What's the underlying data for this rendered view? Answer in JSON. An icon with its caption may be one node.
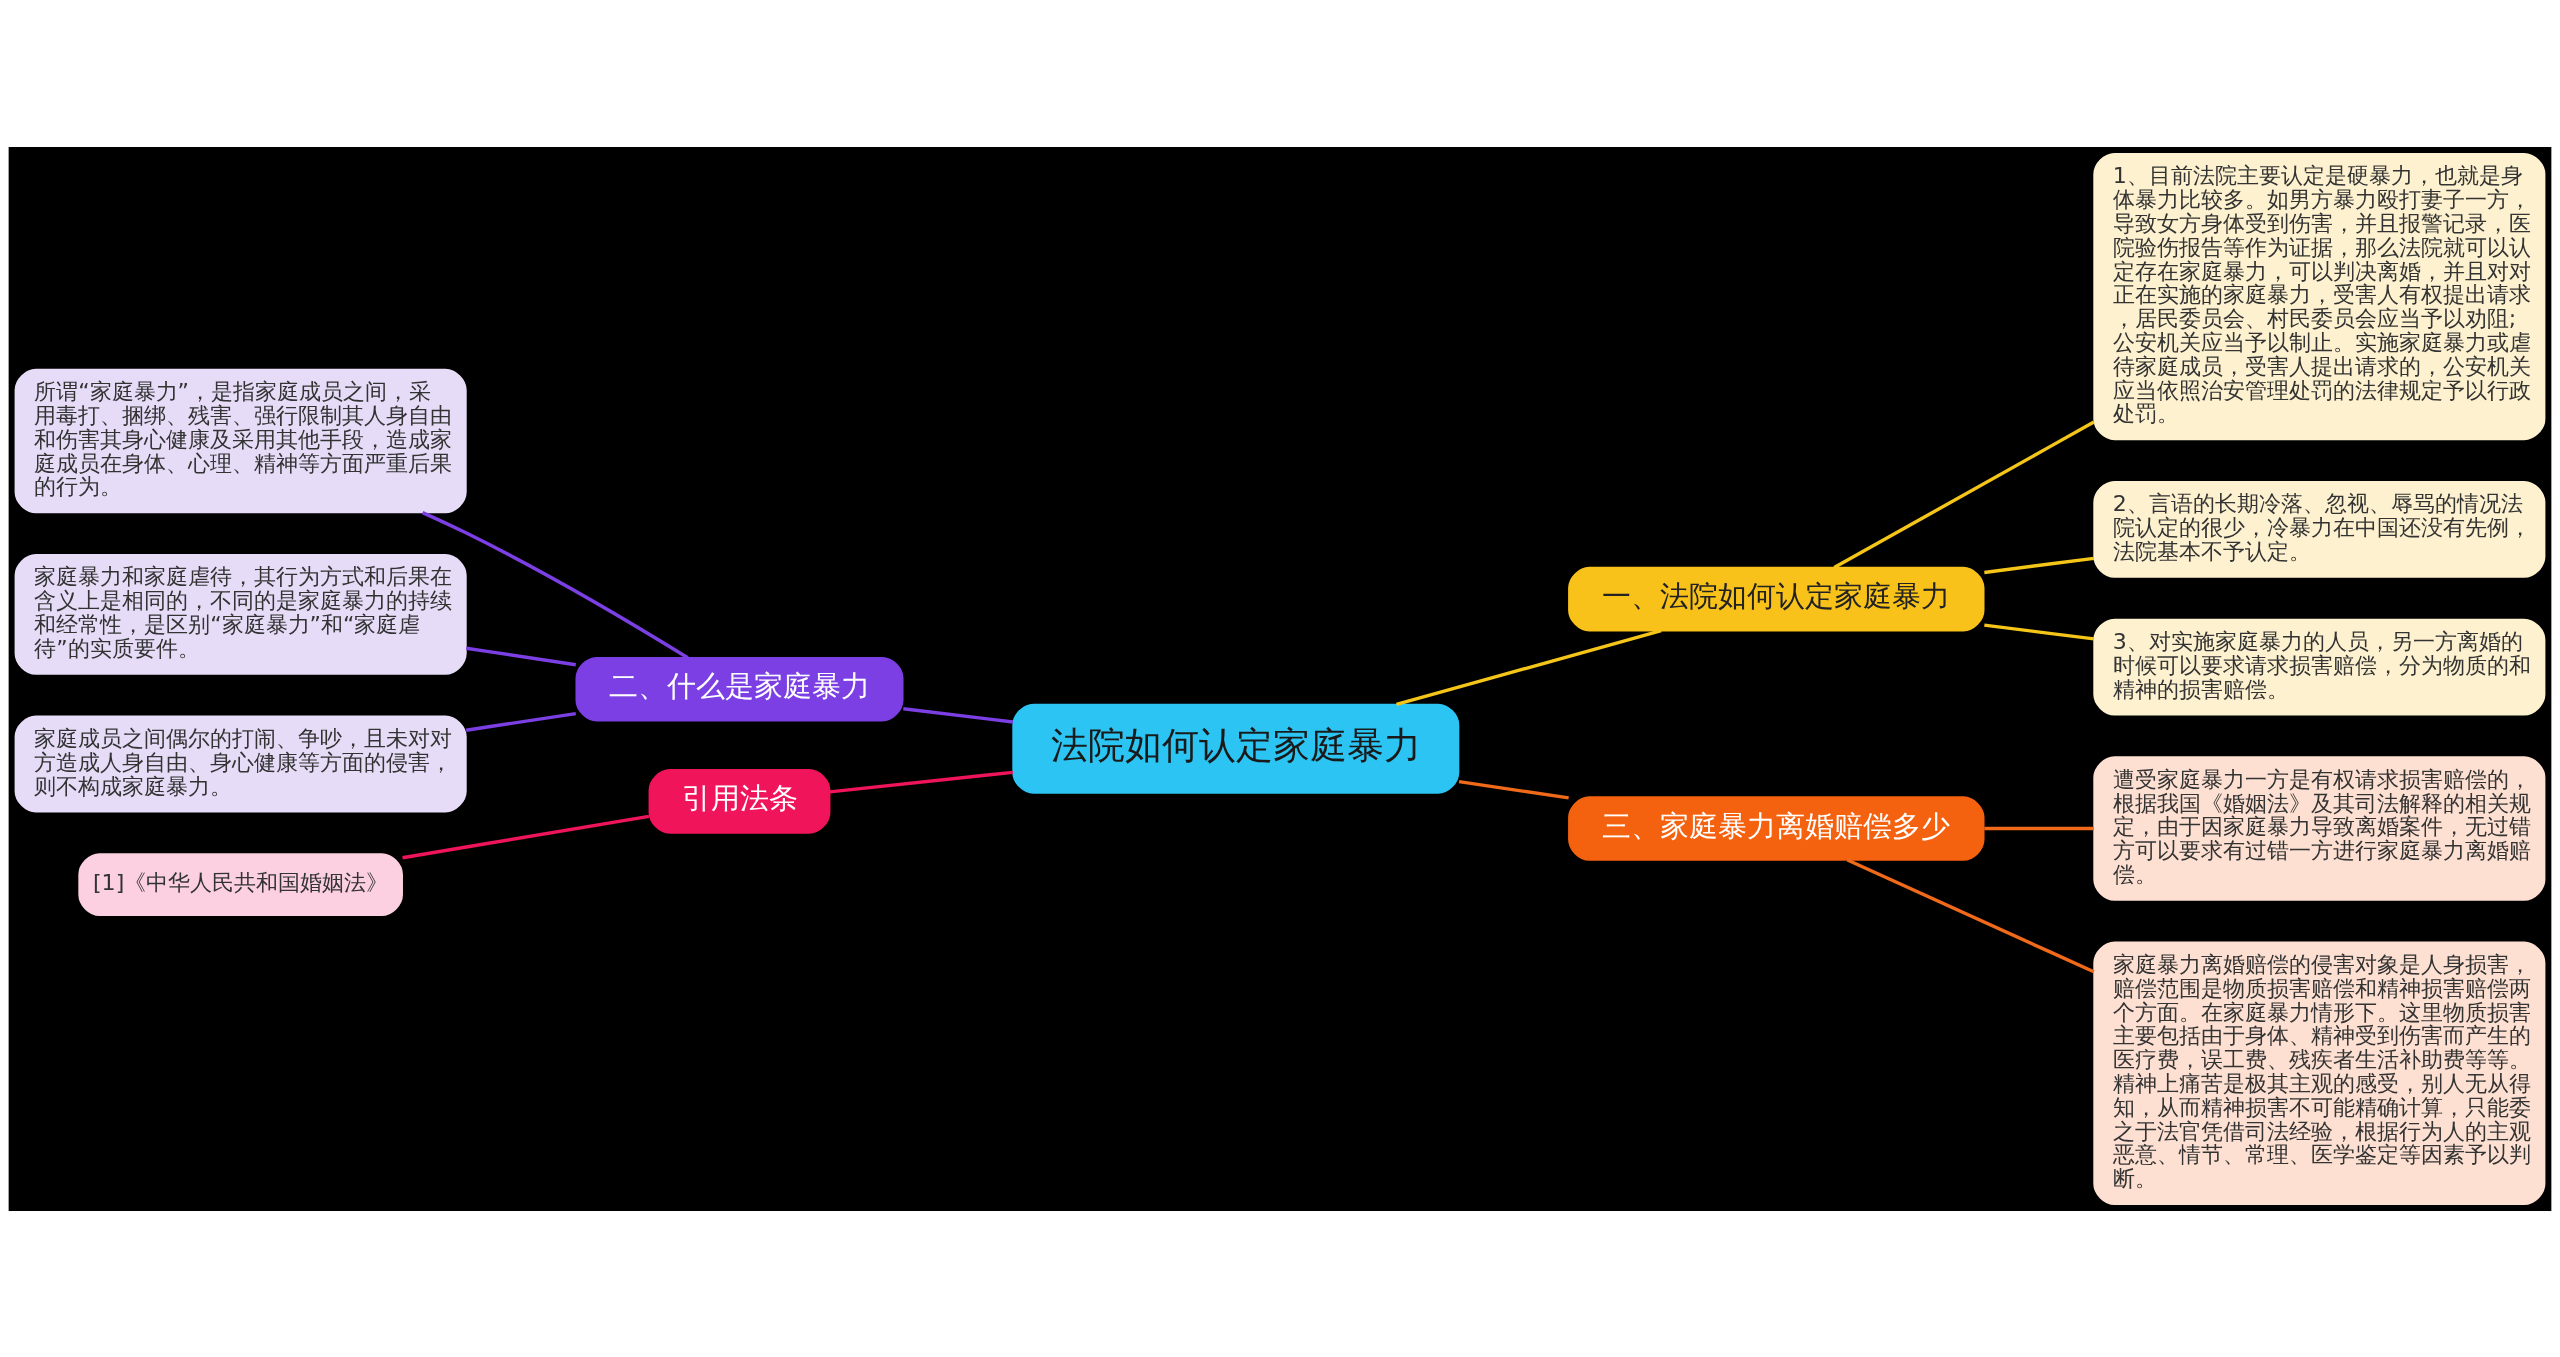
{
  "diagram": {
    "nodes": [
      {
        "text": [
          "法院如何认定家庭暴力"
        ]
      },
      {
        "text": [
          "一、法院如何认定家庭暴力"
        ]
      },
      {
        "text": [
          "1、目前法院主要认定是硬暴力，也就是身体暴力比较多。如男方暴力殴打妻子一方，导致女方身体受到伤害，并且报警记录，医院验伤报告等作为证据，那么法院就可以认定存在家庭暴力，可以判决离婚，并且对对正在实施的家庭暴力，受害人有权提出请求，居民委员会、村民委员会应当予以劝阻;公安机关应当予以制止。实施家庭暴力或虐待家庭成员，受害人提出请求的，公安机关应当依照治安管理处罚的法律规定予以行政处罚。"
        ]
      },
      {
        "text": [
          "2、言语的长期冷落、忽视、辱骂的情况法院认定的很少，冷暴力在中国还没有先例，法院基本不予认定。"
        ]
      },
      {
        "text": [
          "3、对实施家庭暴力的人员，另一方离婚的时候可以要求请求损害赔偿，分为物质的和精神的损害赔偿。"
        ]
      },
      {
        "text": [
          "三、家庭暴力离婚赔偿多少"
        ]
      },
      {
        "text": [
          "遭受家庭暴力一方是有权请求损害赔偿的，根据我国《婚姻法》及其司法解释的相关规定，由于因家庭暴力导致离婚案件，无过错方可以要求有过错一方进行家庭暴力离婚赔偿。"
        ]
      },
      {
        "text": [
          "家庭暴力离婚赔偿的侵害对象是人身损害，赔偿范围是物质损害赔偿和精神损害赔偿两个方面。在家庭暴力情形下。这里物质损害主要包括由于身体、精神受到伤害而产生的医疗费，误工费、残疾者生活补助费等等。精神上痛苦是极其主观的感受，别人无从得知，从而精神损害不可能精确计算，只能委之于法官凭借司法经验，根据行为人的主观恶意、情节、常理、医学鉴定等因素予以判断。"
        ]
      },
      {
        "text": [
          "二、什么是家庭暴力"
        ]
      },
      {
        "text": [
          "所谓“家庭暴力”，是指家庭成员之间，采用毒打、捆绑、残害、强行限制其人身自由和伤害其身心健康及采用其他手段，造成家庭成员在身体、心理、精神等方面严重后果的行为。"
        ]
      },
      {
        "text": [
          "家庭暴力和家庭虐待，其行为方式和后果在含义上是相同的，不同的是家庭暴力的持续和经常性，是区别“家庭暴力”和“家庭虐待”的实质要件。"
        ]
      },
      {
        "text": [
          "家庭成员之间偶尔的打闹、争吵，且未对对方造成人身自由、身心健康等方面的侵害，则不构成家庭暴力。"
        ]
      },
      {
        "text": [
          "引用法条"
        ]
      },
      {
        "text": [
          "[1]《中华人民共和国婚姻法》"
        ]
      }
    ],
    "edges": [
      {
        "from": 0,
        "to": 1,
        "arrow": "none",
        "color": "#f5c518"
      },
      {
        "from": 1,
        "to": 2,
        "arrow": "none",
        "color": "#f5c518"
      },
      {
        "from": 1,
        "to": 3,
        "arrow": "none",
        "color": "#f5c518"
      },
      {
        "from": 1,
        "to": 4,
        "arrow": "none",
        "color": "#f5c518"
      },
      {
        "from": 0,
        "to": 5,
        "arrow": "none",
        "color": "#f06a1a"
      },
      {
        "from": 5,
        "to": 6,
        "arrow": "none",
        "color": "#f06a1a"
      },
      {
        "from": 5,
        "to": 7,
        "arrow": "none",
        "color": "#f06a1a"
      },
      {
        "from": 8,
        "to": 0,
        "arrow": "none",
        "color": "#7b3fe4"
      },
      {
        "from": 9,
        "to": 8,
        "arrow": "none",
        "color": "#7b3fe4"
      },
      {
        "from": 10,
        "to": 8,
        "arrow": "none",
        "color": "#7b3fe4"
      },
      {
        "from": 11,
        "to": 8,
        "arrow": "none",
        "color": "#7b3fe4"
      },
      {
        "from": 12,
        "to": 0,
        "arrow": "none",
        "color": "#f0145a"
      },
      {
        "from": 13,
        "to": 12,
        "arrow": "none",
        "color": "#f0145a"
      }
    ]
  }
}
